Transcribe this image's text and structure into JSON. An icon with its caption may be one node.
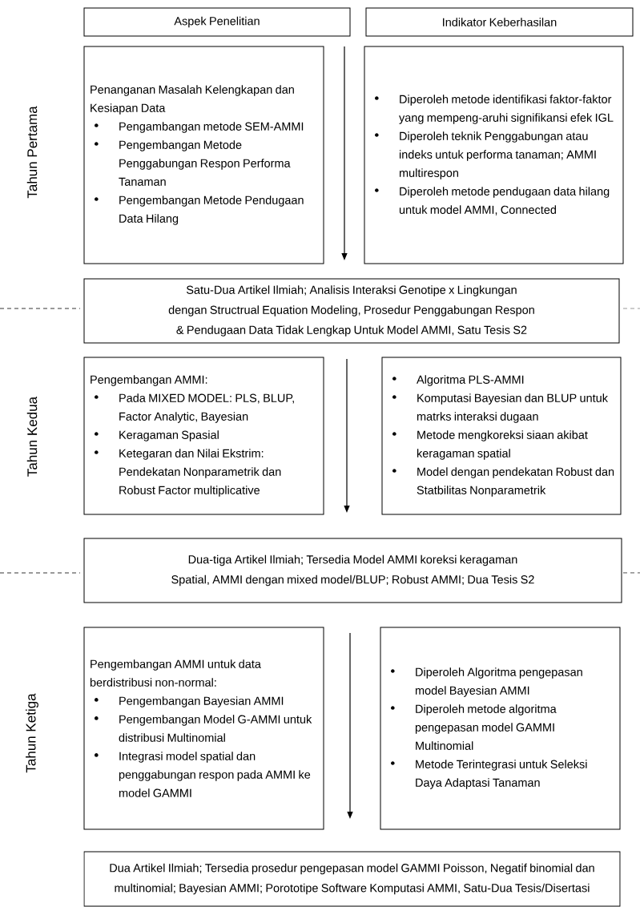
{
  "diagram": {
    "nodes": [
      {
        "text": [
          "Aspek Penelitian"
        ]
      },
      {
        "text": [
          "Indikator Keberhasilan"
        ]
      },
      {
        "text": [
          "Penanganan Masalah Kelengkapan dan Kesiapan Data",
          "Pengambangan metode SEM-AMMI",
          "Pengembangan Metode Penggabungan Respon Performa Tanaman",
          "Pengembangan Metode Pendugaan Data Hilang"
        ]
      },
      {
        "text": [
          "Diperoleh metode identifikasi faktor-faktor yang mempeng-aruhi signifikansi efek IGL",
          "Diperoleh teknik Penggabungan atau indeks untuk performa tanaman; AMMI multirespon",
          "Diperoleh metode pendugaan data hilang untuk model AMMI, Connected"
        ]
      },
      {
        "text": [
          "Satu-Dua Artikel Ilmiah; Analisis Interaksi Genotipe x Lingkungan dengan Structrual Equation Modeling, Prosedur Penggabungan Respon & Pendugaan Data Tidak Lengkap Untuk Model AMMI, Satu Tesis S2"
        ]
      },
      {
        "text": [
          "Pengembangan AMMI:",
          "Pada MIXED MODEL: PLS, BLUP, Factor Analytic, Bayesian",
          "Keragaman Spasial",
          "Ketegaran dan Nilai Ekstrim: Pendekatan Nonparametrik dan Robust Factor multiplicative"
        ]
      },
      {
        "text": [
          "Algoritma PLS-AMMI",
          "Komputasi Bayesian dan BLUP untuk matrks interaksi dugaan",
          "Metode mengkoreksi siaan akibat keragaman spatial",
          "Model dengan pendekatan Robust dan Statbilitas Nonparametrik"
        ]
      },
      {
        "text": [
          "Dua-tiga Artikel Ilmiah; Tersedia Model AMMI koreksi keragaman Spatial, AMMI dengan mixed model/BLUP; Robust AMMI; Dua Tesis S2"
        ]
      },
      {
        "text": [
          "Pengembangan AMMI untuk data berdistribusi non-normal:",
          "Pengembangan Bayesian AMMI",
          "Pengembangan Model G-AMMI untuk distribusi Multinomial",
          "Integrasi model spatial dan penggabungan respon pada AMMI ke model GAMMI"
        ]
      },
      {
        "text": [
          "Diperoleh Algoritma pengepasan model Bayesian AMMI",
          "Diperoleh metode algoritma pengepasan model GAMMI Multinomial",
          "Metode Terintegrasi untuk Seleksi Daya Adaptasi Tanaman"
        ]
      },
      {
        "text": [
          "Dua Artikel Ilmiah; Tersedia prosedur pengepasan model GAMMI Poisson, Negatif binomial dan multinomial; Bayesian AMMI; Porototipe Software Komputasi AMMI, Satu-Dua Tesis/Disertasi"
        ]
      }
    ],
    "labels": [
      "Tahun Pertama",
      "Tahun Kedua",
      "Tahun Ketiga"
    ]
  }
}
